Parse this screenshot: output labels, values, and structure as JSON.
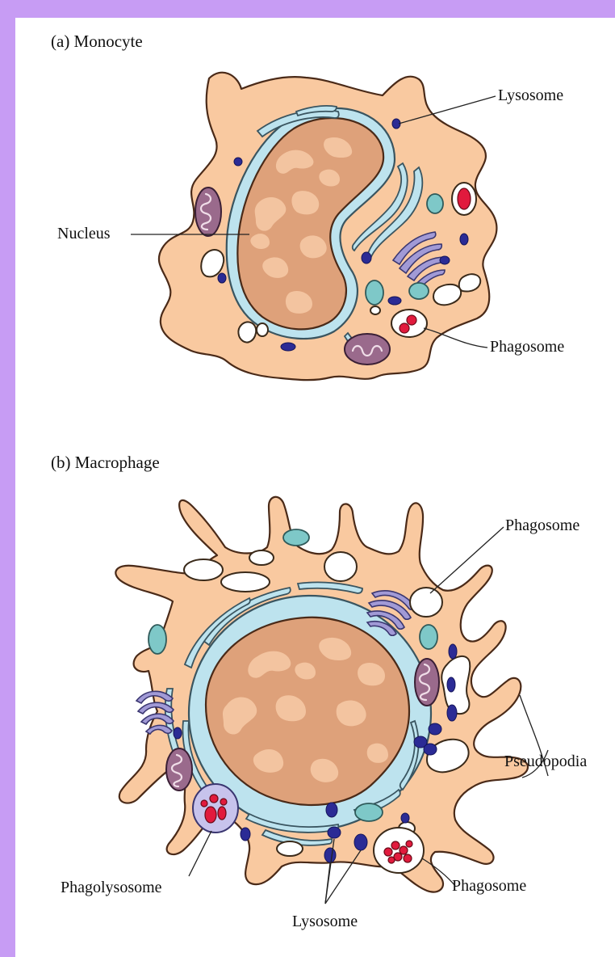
{
  "panel_a": {
    "title": "(a) Monocyte",
    "labels": {
      "lysosome": "Lysosome",
      "nucleus": "Nucleus",
      "phagosome": "Phagosome"
    }
  },
  "panel_b": {
    "title": "(b) Macrophage",
    "labels": {
      "phagosome_top": "Phagosome",
      "pseudopodia": "Pseudopodia",
      "phagolysosome": "Phagolysosome",
      "phagosome_bottom": "Phagosome",
      "lysosome": "Lysosome"
    }
  },
  "colors": {
    "border": "#c79cf4",
    "cytoplasm": "#f9c9a0",
    "nucleus": "#dea17a",
    "nuclear_envelope": "#bde3ee",
    "lysosome": "#2b2b95",
    "mitochondrion": "#9a6a8c",
    "golgi": "#a19ad6",
    "vesicle": "#7ec8c8",
    "ingested_particle": "#e11a3d"
  }
}
